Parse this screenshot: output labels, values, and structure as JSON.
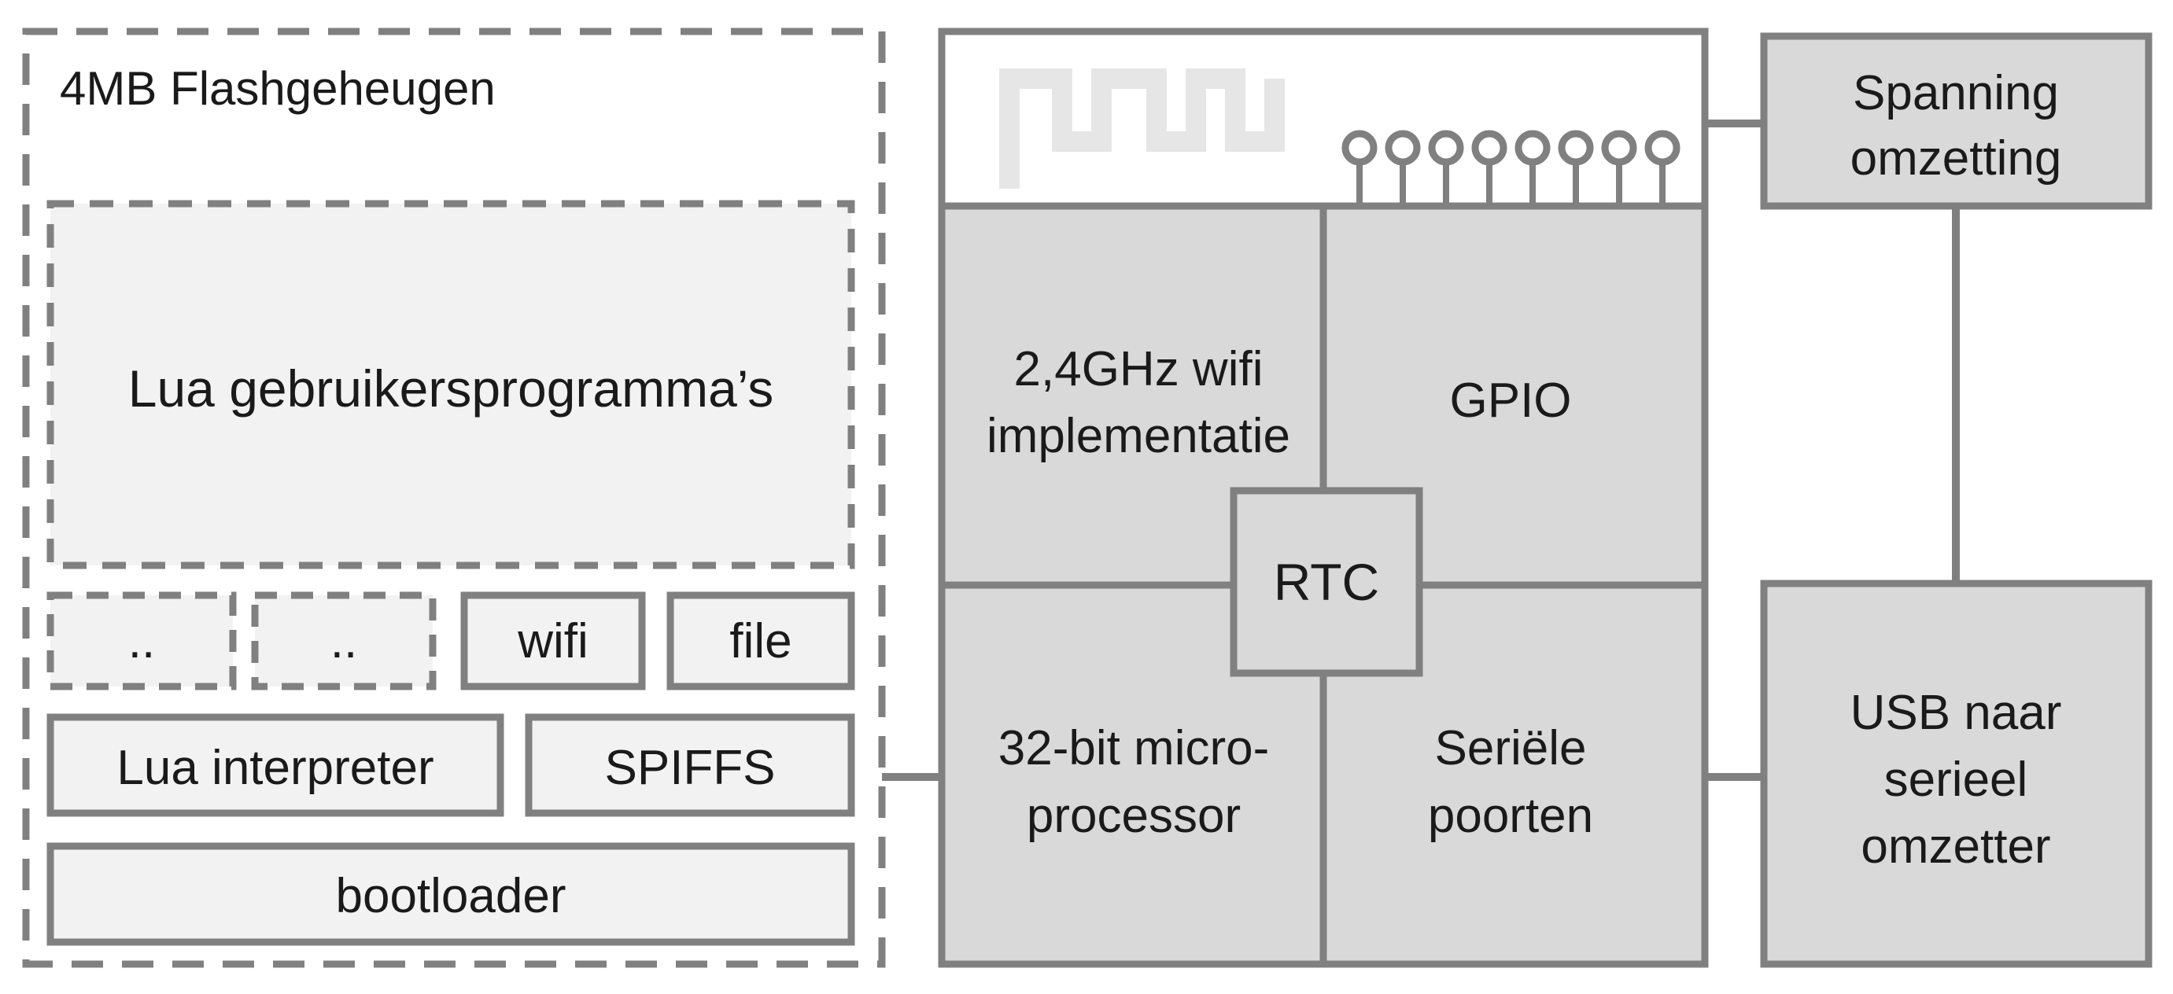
{
  "flash": {
    "title": "4MB Flashgeheugen",
    "user_programs": "Lua gebruikersprogramma’s",
    "module_placeholder_1": "..",
    "module_placeholder_2": "..",
    "module_wifi": "wifi",
    "module_file": "file",
    "lua_interpreter": "Lua interpreter",
    "spiffs": "SPIFFS",
    "bootloader": "bootloader"
  },
  "chip": {
    "wifi_line1": "2,4GHz wifi",
    "wifi_line2": "implementatie",
    "gpio": "GPIO",
    "rtc": "RTC",
    "cpu_line1": "32-bit micro-",
    "cpu_line2": "processor",
    "serial_line1": "Seriële",
    "serial_line2": "poorten"
  },
  "power": {
    "line1": "Spanning",
    "line2": "omzetting"
  },
  "usb": {
    "line1": "USB naar",
    "line2": "serieel",
    "line3": "omzetter"
  },
  "colors": {
    "stroke": "#808080",
    "flash_fill": "#f2f2f2",
    "chip_fill": "#d9d9d9",
    "antenna": "#e6e6e6"
  }
}
